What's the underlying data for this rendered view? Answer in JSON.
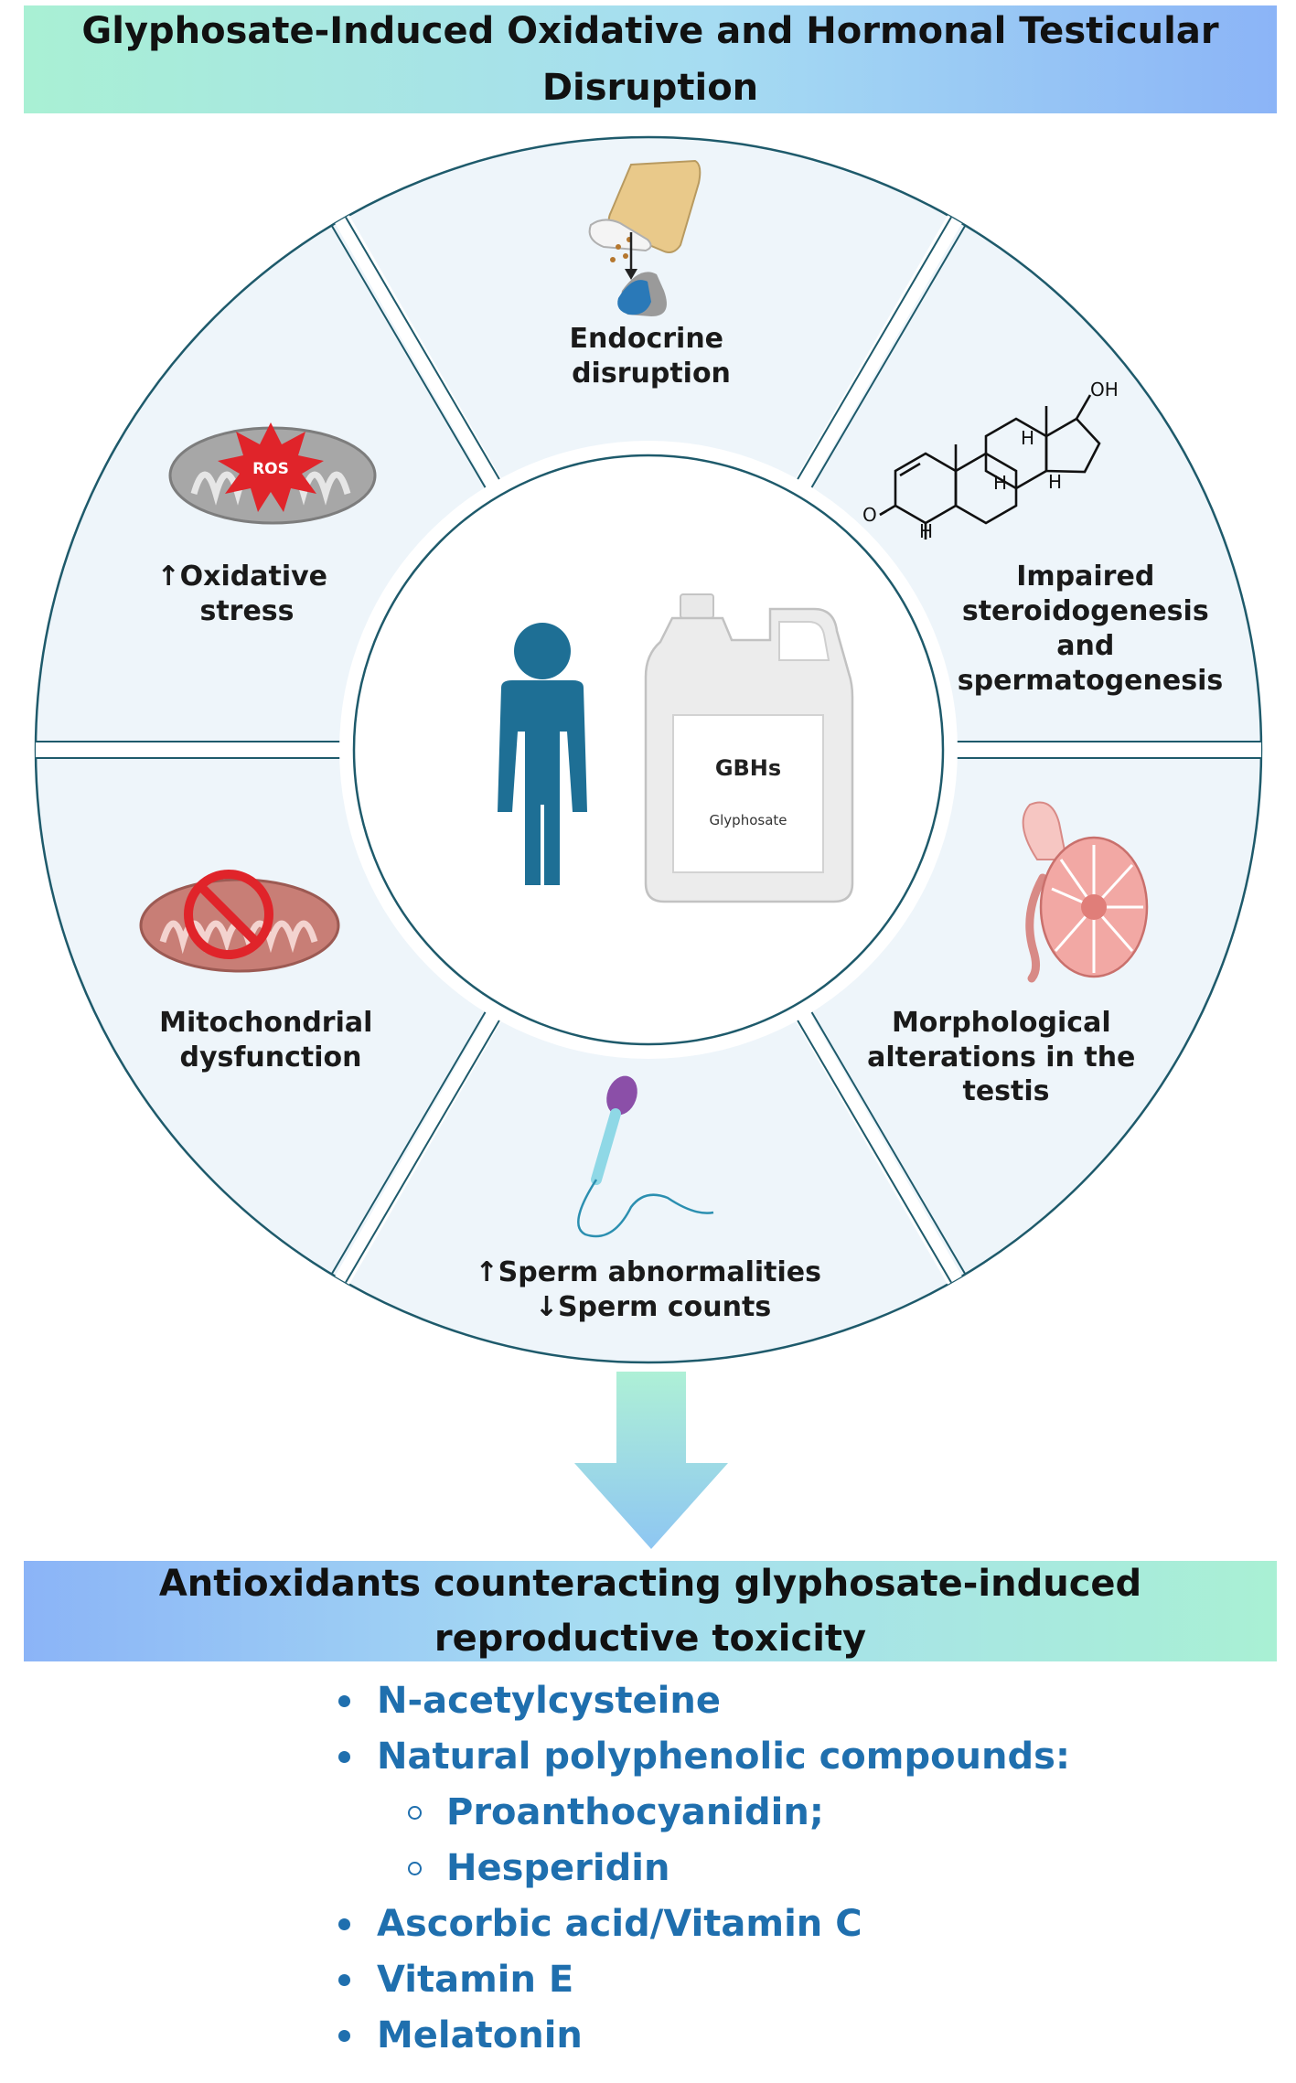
{
  "header": {
    "title": "Glyphosate-Induced Oxidative and Hormonal Testicular Disruption"
  },
  "wheel": {
    "segments": {
      "endocrine": [
        "Endocrine",
        "disruption"
      ],
      "steroid": [
        "Impaired",
        "steroidogenesis",
        "and",
        "spermatogenesis"
      ],
      "morph": [
        "Morphological",
        "alterations in the",
        "testis"
      ],
      "sperm": [
        "↑Sperm abnormalities",
        "↓Sperm counts"
      ],
      "mito": [
        "Mitochondrial",
        "dysfunction"
      ],
      "oxid": [
        "↑Oxidative",
        "stress"
      ]
    },
    "center": {
      "jug_label": "GBHs",
      "jug_sublabel": "Glyphosate"
    },
    "icons": {
      "ros_text": "ROS",
      "oh_text": "OH",
      "h_text": "H",
      "o_text": "O"
    }
  },
  "footer": {
    "title": "Antioxidants counteracting glyphosate-induced reproductive toxicity",
    "items": [
      {
        "text": "N-acetylcysteine",
        "level": 1
      },
      {
        "text": "Natural polyphenolic compounds:",
        "level": 1
      },
      {
        "text": "Proanthocyanidin;",
        "level": 2
      },
      {
        "text": "Hesperidin",
        "level": 2
      },
      {
        "text": "Ascorbic acid/Vitamin C",
        "level": 1
      },
      {
        "text": "Vitamin E",
        "level": 1
      },
      {
        "text": "Melatonin",
        "level": 1
      }
    ]
  },
  "colors": {
    "wheel_fill": "#eef5fa",
    "wheel_stroke": "#1e5a6b",
    "person": "#1e6f95",
    "list_text": "#1f6fae",
    "arrow_top": "#aef0d6",
    "arrow_bottom": "#8ec6f2"
  }
}
